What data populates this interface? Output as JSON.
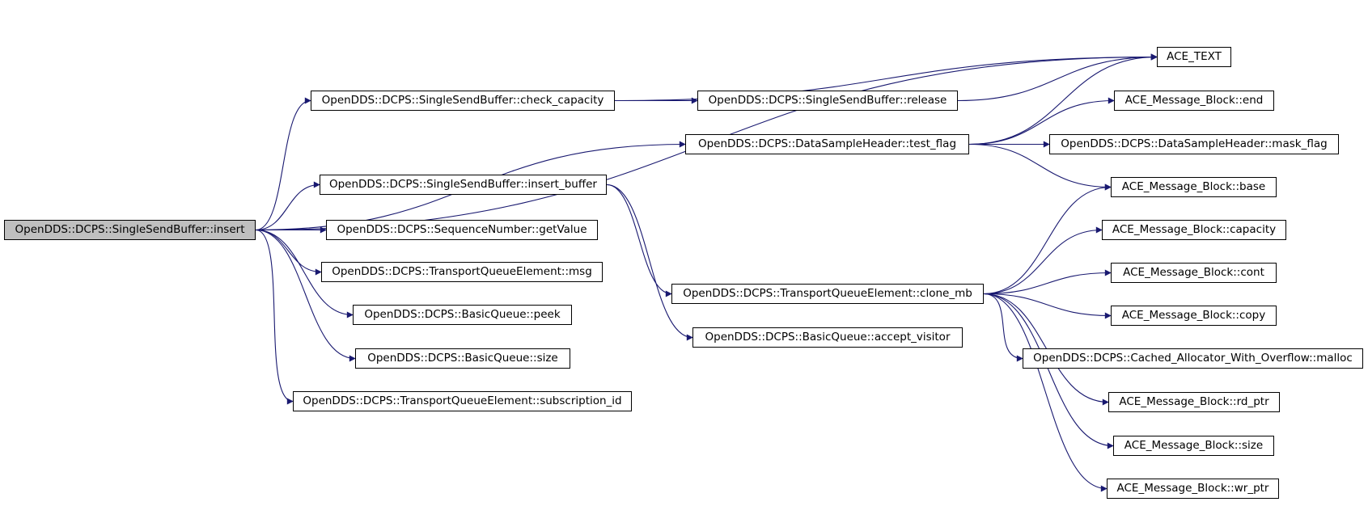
{
  "root": "OpenDDS::DCPS::SingleSendBuffer::insert",
  "nodes": {
    "insert": "OpenDDS::DCPS::SingleSendBuffer::insert",
    "check_capacity": "OpenDDS::DCPS::SingleSendBuffer::check_capacity",
    "insert_buffer": "OpenDDS::DCPS::SingleSendBuffer::insert_buffer",
    "getValue": "OpenDDS::DCPS::SequenceNumber::getValue",
    "msg": "OpenDDS::DCPS::TransportQueueElement::msg",
    "peek": "OpenDDS::DCPS::BasicQueue::peek",
    "size_q": "OpenDDS::DCPS::BasicQueue::size",
    "subscription_id": "OpenDDS::DCPS::TransportQueueElement::subscription_id",
    "release": "OpenDDS::DCPS::SingleSendBuffer::release",
    "test_flag": "OpenDDS::DCPS::DataSampleHeader::test_flag",
    "clone_mb": "OpenDDS::DCPS::TransportQueueElement::clone_mb",
    "accept_visitor": "OpenDDS::DCPS::BasicQueue::accept_visitor",
    "ace_text": "ACE_TEXT",
    "end": "ACE_Message_Block::end",
    "mask_flag": "OpenDDS::DCPS::DataSampleHeader::mask_flag",
    "base": "ACE_Message_Block::base",
    "capacity": "ACE_Message_Block::capacity",
    "cont": "ACE_Message_Block::cont",
    "copy": "ACE_Message_Block::copy",
    "malloc": "OpenDDS::DCPS::Cached_Allocator_With_Overflow::malloc",
    "rd_ptr": "ACE_Message_Block::rd_ptr",
    "size_mb": "ACE_Message_Block::size",
    "wr_ptr": "ACE_Message_Block::wr_ptr"
  },
  "edges": [
    [
      "insert",
      "ace_text"
    ],
    [
      "insert",
      "check_capacity"
    ],
    [
      "insert",
      "test_flag"
    ],
    [
      "insert",
      "insert_buffer"
    ],
    [
      "insert",
      "getValue"
    ],
    [
      "insert",
      "msg"
    ],
    [
      "insert",
      "peek"
    ],
    [
      "insert",
      "size_q"
    ],
    [
      "insert",
      "subscription_id"
    ],
    [
      "check_capacity",
      "ace_text"
    ],
    [
      "check_capacity",
      "release"
    ],
    [
      "release",
      "ace_text"
    ],
    [
      "test_flag",
      "ace_text"
    ],
    [
      "test_flag",
      "end"
    ],
    [
      "test_flag",
      "mask_flag"
    ],
    [
      "test_flag",
      "base"
    ],
    [
      "insert_buffer",
      "clone_mb"
    ],
    [
      "insert_buffer",
      "accept_visitor"
    ],
    [
      "clone_mb",
      "base"
    ],
    [
      "clone_mb",
      "capacity"
    ],
    [
      "clone_mb",
      "cont"
    ],
    [
      "clone_mb",
      "copy"
    ],
    [
      "clone_mb",
      "malloc"
    ],
    [
      "clone_mb",
      "rd_ptr"
    ],
    [
      "clone_mb",
      "size_mb"
    ],
    [
      "clone_mb",
      "wr_ptr"
    ]
  ],
  "colors": {
    "edge": "#191970",
    "root_fill": "#bfbfbf",
    "node_fill": "#ffffff",
    "border": "#000000"
  }
}
